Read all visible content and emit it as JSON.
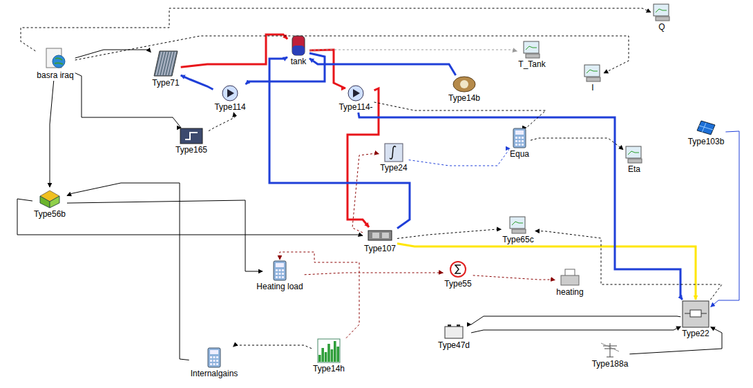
{
  "diagram": {
    "nodes": [
      {
        "text": [
          "Q"
        ]
      },
      {
        "text": [
          "basra iraq"
        ]
      },
      {
        "text": [
          "Type71"
        ]
      },
      {
        "text": [
          "tank"
        ]
      },
      {
        "text": [
          "T_Tank"
        ]
      },
      {
        "text": [
          "I"
        ]
      },
      {
        "text": [
          "Type114"
        ]
      },
      {
        "text": [
          "Type114-"
        ]
      },
      {
        "text": [
          "Type14b"
        ]
      },
      {
        "text": [
          "Type103b"
        ]
      },
      {
        "text": [
          "Type165"
        ]
      },
      {
        "text": [
          "Type24"
        ]
      },
      {
        "text": [
          "Equa"
        ]
      },
      {
        "text": [
          "Eta"
        ]
      },
      {
        "text": [
          "Type56b"
        ]
      },
      {
        "text": [
          "Type107"
        ]
      },
      {
        "text": [
          "Type65c"
        ]
      },
      {
        "text": [
          "Heating load"
        ]
      },
      {
        "text": [
          "Type55"
        ]
      },
      {
        "text": [
          "heating"
        ]
      },
      {
        "text": [
          "Type22"
        ]
      },
      {
        "text": [
          "Type47d"
        ]
      },
      {
        "text": [
          "Type188a"
        ]
      },
      {
        "text": [
          "Internalgains"
        ]
      },
      {
        "text": [
          "Type14h"
        ]
      }
    ],
    "edges": [
      {
        "from": 1,
        "to": 2,
        "arrow": "to"
      },
      {
        "from": 2,
        "to": 3,
        "arrow": "to"
      },
      {
        "from": 3,
        "to": 6,
        "arrow": "to"
      },
      {
        "from": 6,
        "to": 2,
        "arrow": "to"
      },
      {
        "from": 3,
        "to": 7,
        "arrow": "to"
      },
      {
        "from": 7,
        "to": 15,
        "arrow": "to"
      },
      {
        "from": 15,
        "to": 3,
        "arrow": "to"
      },
      {
        "from": 8,
        "to": 3,
        "arrow": "to"
      },
      {
        "from": 15,
        "to": 20,
        "arrow": "to"
      },
      {
        "from": 9,
        "to": 20,
        "arrow": "to"
      },
      {
        "from": 7,
        "to": 20,
        "arrow": "to"
      },
      {
        "from": 1,
        "to": 14,
        "arrow": "to"
      },
      {
        "from": 1,
        "to": 10,
        "arrow": "to"
      },
      {
        "from": 10,
        "to": 6,
        "arrow": "to"
      },
      {
        "from": 14,
        "to": 17,
        "arrow": "to"
      },
      {
        "from": 17,
        "to": 18,
        "arrow": "to"
      },
      {
        "from": 18,
        "to": 19,
        "arrow": "to"
      },
      {
        "from": 24,
        "to": 17,
        "arrow": "to"
      },
      {
        "from": 24,
        "to": 23,
        "arrow": "to"
      },
      {
        "from": 23,
        "to": 14,
        "arrow": "to"
      },
      {
        "from": 11,
        "to": 12,
        "arrow": "to"
      },
      {
        "from": 12,
        "to": 13,
        "arrow": "to"
      },
      {
        "from": 20,
        "to": 21,
        "arrow": "to"
      },
      {
        "from": 21,
        "to": 20,
        "arrow": "to"
      },
      {
        "from": 22,
        "to": 20,
        "arrow": "to"
      },
      {
        "from": 1,
        "to": 0,
        "arrow": "to"
      },
      {
        "from": 1,
        "to": 5,
        "arrow": "to"
      },
      {
        "from": 3,
        "to": 4,
        "arrow": "to"
      },
      {
        "from": 15,
        "to": 16,
        "arrow": "to"
      },
      {
        "from": 20,
        "to": 16,
        "arrow": "to"
      },
      {
        "from": 15,
        "to": 11,
        "arrow": "to"
      },
      {
        "from": 14,
        "to": 15,
        "arrow": "to"
      },
      {
        "from": 7,
        "to": 12,
        "arrow": "to"
      }
    ]
  }
}
